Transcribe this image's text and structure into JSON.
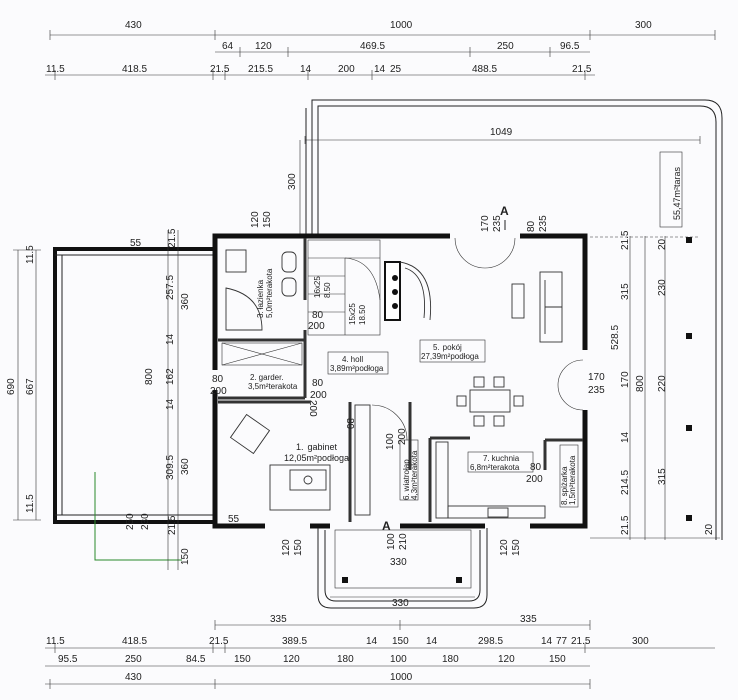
{
  "colors": {
    "wall": "#111111",
    "line": "#333333",
    "accent": "#2a8a2a",
    "paper": "#fbfbfd"
  },
  "dims": {
    "top1": [
      "430",
      "1000",
      "300"
    ],
    "top2": [
      "64",
      "120",
      "469.5",
      "250",
      "96.5"
    ],
    "top3": [
      "11.5",
      "418.5",
      "21.5",
      "215.5",
      "14",
      "200",
      "14",
      "25",
      "488.5",
      "21.5"
    ],
    "top_inner": "1049",
    "bot1": [
      "335",
      "335"
    ],
    "bot2": [
      "11.5",
      "418.5",
      "21.5",
      "389.5",
      "14",
      "150",
      "14",
      "298.5",
      "14",
      "77",
      "21.5",
      "300"
    ],
    "bot3": [
      "95.5",
      "250",
      "84.5",
      "150",
      "120",
      "180",
      "100",
      "180",
      "120",
      "150"
    ],
    "bot4": [
      "430",
      "1000"
    ],
    "left_outer": [
      "690",
      "667"
    ],
    "left_inner": [
      "11.5",
      "257.5",
      "14",
      "162",
      "14",
      "309.5",
      "11.5"
    ],
    "left_mid": [
      "55",
      "21.5",
      "360",
      "800",
      "360",
      "21.5",
      "150",
      "55"
    ],
    "right_inner": [
      "21.5",
      "315",
      "528.5",
      "170",
      "14",
      "214.5",
      "21.5"
    ],
    "right_mid": [
      "20",
      "230",
      "800",
      "220",
      "315",
      "20"
    ],
    "terrace_300": "300",
    "right_170_235": [
      "170",
      "235"
    ],
    "top_door": [
      "170",
      "235",
      "80",
      "235"
    ],
    "top_bath": [
      "120",
      "150"
    ],
    "stairs": [
      "16x25",
      "8.50",
      "15x25",
      "18.50"
    ],
    "door_80_200": [
      "80",
      "200"
    ],
    "entry": [
      "120",
      "150",
      "100",
      "210",
      "330",
      "120",
      "150",
      "330"
    ],
    "garage_door": [
      "250",
      "230"
    ]
  },
  "rooms": {
    "r1": {
      "num": "1.",
      "name": "gabinet",
      "area": "12,05m²podłoga"
    },
    "r2": {
      "num": "2.",
      "name": "garder.",
      "area": "3,5m²terakota"
    },
    "r3": {
      "num": "3.",
      "name": "łazienka",
      "area": "5,0m²terakota"
    },
    "r4": {
      "num": "4.",
      "name": "holl",
      "area": "3,89m²podłoga"
    },
    "r5": {
      "num": "5.",
      "name": "pokój",
      "area": "27,39m²podłoga"
    },
    "r6": {
      "num": "6.",
      "name": "wiatrołap",
      "area": "4,3m²terakota"
    },
    "r7": {
      "num": "7.",
      "name": "kuchnia",
      "area": "6,8m²terakota"
    },
    "r8": {
      "num": "8.",
      "name": "spiżarka",
      "area": "1,5m²terakota"
    },
    "terrace": "55,47m²taras"
  },
  "section_mark": "A"
}
